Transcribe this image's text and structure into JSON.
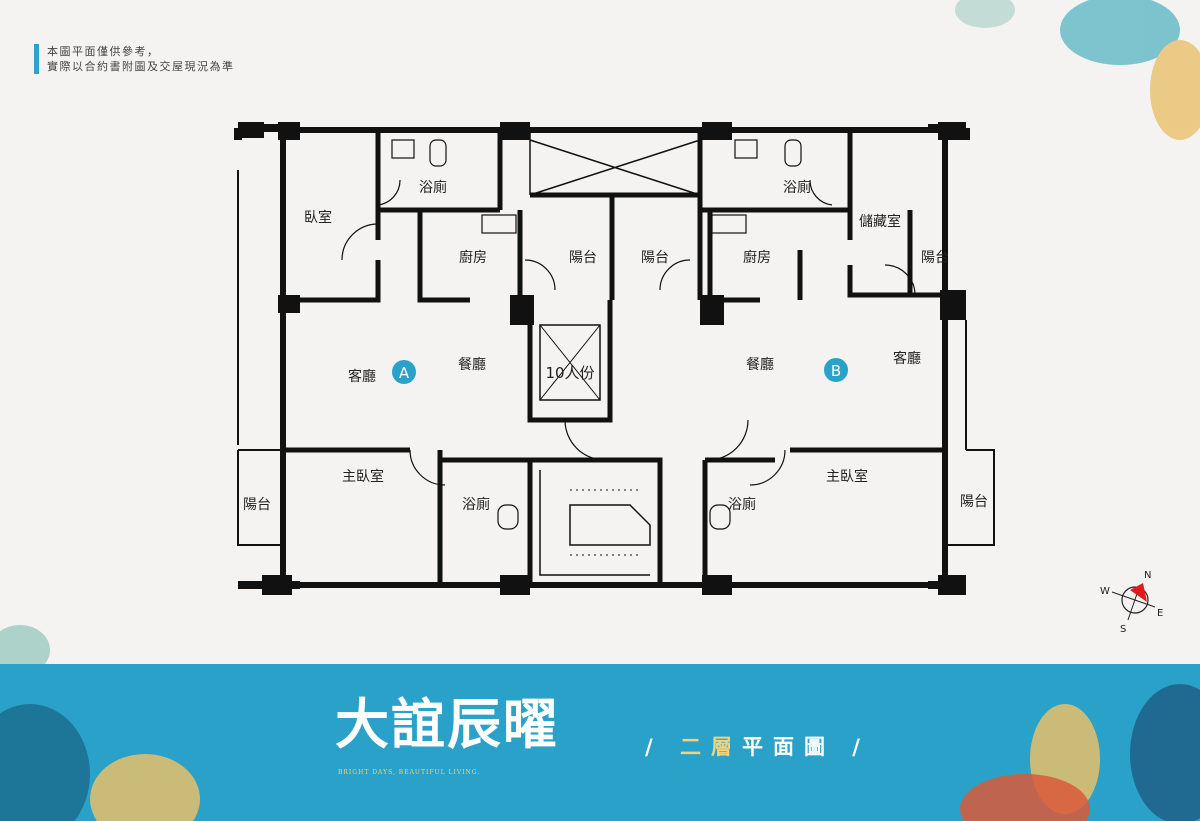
{
  "note": {
    "line1": "本圖平面僅供參考，",
    "line2": "實際以合約書附圖及交屋現況為準"
  },
  "rooms": {
    "a_bedroom": "臥室",
    "a_bath_top": "浴廁",
    "a_kitchen": "廚房",
    "a_balcony": "陽台",
    "b_balcony": "陽台",
    "b_kitchen": "廚房",
    "b_bath_top": "浴廁",
    "b_storage": "儲藏室",
    "b_balcony_side": "陽台",
    "a_living": "客廳",
    "a_dining": "餐廳",
    "elevator": "10人份",
    "b_dining": "餐廳",
    "b_living": "客廳",
    "a_master": "主臥室",
    "a_bath_bottom": "浴廁",
    "b_bath_bottom": "浴廁",
    "b_master": "主臥室",
    "a_balcony_left": "陽台",
    "b_balcony_right": "陽台"
  },
  "units": {
    "a": "A",
    "b": "B"
  },
  "compass": {
    "n": "N",
    "s": "S",
    "e": "E",
    "w": "W"
  },
  "brand": {
    "name": "大誼辰曜",
    "slogan": "BRIGHT DAYS, BEAUTIFUL LIVING.",
    "floor_title_1": "二",
    "floor_title_2": "層",
    "floor_title_3": "平面圖"
  },
  "colors": {
    "banner": "#2aa1c9",
    "accent": "#f2d27a",
    "compass_needle": "#e01b1b"
  }
}
